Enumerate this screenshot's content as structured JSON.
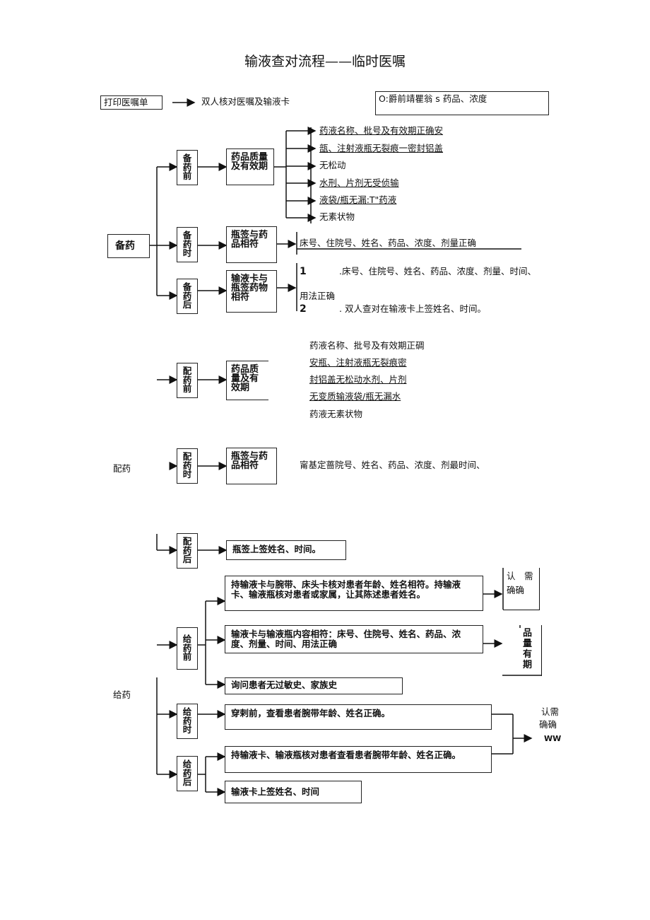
{
  "title": "输液查对流程——临时医嘱",
  "top": {
    "print_order": "打印医嘱单",
    "double_check": "双人核对医嘱及输液卡",
    "corner_box": "O:爵前靖瞿翁 s 药品、浓度"
  },
  "prepare": {
    "label": "备药",
    "before": "备药前",
    "during": "备药时",
    "after": "备药后",
    "quality_box": "药品质量及有效期",
    "sign_box": "瓶签与药品相符",
    "card_box": "输液卡与瓶签药物相符",
    "quality_items": [
      "药液名称、枇号及有效期正确安",
      "瓿、注射液瓶无裂痕一密封铝盖",
      "无松动",
      "水刑、片剂无受侦输",
      "液袋/瓶无漏:T\"药液",
      "无素状物"
    ],
    "sign_text": "床号、住院号、姓名、药品、浓度、剂量正确",
    "after_n1": "1",
    "after_t1": ".床号、住院号、姓名、药品、浓度、剂量、时间、",
    "after_t1b": "用法正确",
    "after_n2": "2",
    "after_t2": ". 双人查对在输液卡上签姓名、时间。"
  },
  "dispense": {
    "label": "配药",
    "before": "配药前",
    "during": "配药时",
    "after": "配药后",
    "quality_box": "药品质量及有效期",
    "sign_box": "瓶签与药品相符",
    "quality_items": [
      "药液名称、批号及有效期正碉",
      "安瓶、注射液瓶无裂痕密",
      "封铝盖无松动水剂、片剂",
      "无变质输液袋/瓶无漏水",
      "药液无素状物"
    ],
    "sign_text": "甯基定蔷院号、姓名、药品、浓度、剂最时间、",
    "after_box": "瓶签上签姓名、时间。"
  },
  "give": {
    "label": "给药",
    "before": "给药前",
    "during": "给药时",
    "after": "给药后",
    "box1": "持输液卡与腕带、床头卡核对患者年龄、姓名相符。持输液卡、输液瓶核对患者或家属，让其陈述患者姓名。",
    "box2": "输液卡与输液瓶内容相符：床号、住院号、姓名、药品、浓度、剂量、时间、用法正确",
    "box3": "询问患者无过敏史、家族史",
    "box4": "穿剌前，查看患者腕带年龄、姓名正确。",
    "box5": "持输液卡、输液瓶核对患者查看患者腕带年龄、姓名正确。",
    "box6": "输液卡上签姓名、时间",
    "side1_a": "认　需",
    "side1_b": "确确",
    "side2": "品量有期",
    "side3_a": "认需",
    "side3_b": "确确",
    "side3_c": "WW"
  }
}
